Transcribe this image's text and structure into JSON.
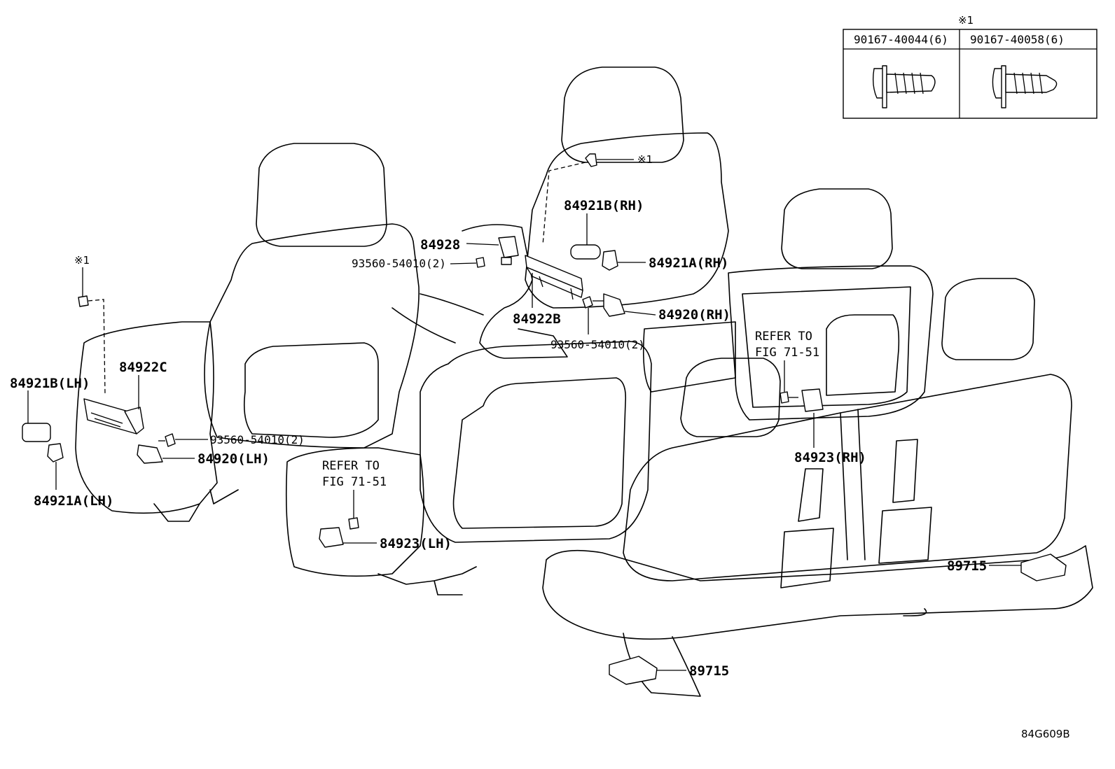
{
  "fastener_table": {
    "note_mark": "※1",
    "columns": [
      "90167-40044(6)",
      "90167-40058(6)"
    ]
  },
  "labels": {
    "ref_mark_top": "※1",
    "ref_mark_left": "※1",
    "p84921B_RH": "84921B(RH)",
    "p84928": "84928",
    "p93560_upper": "93560-54010(2)",
    "p84921A_RH": "84921A(RH)",
    "p84922B": "84922B",
    "p84920_RH": "84920(RH)",
    "p93560_mid": "93560-54010(2)",
    "refer_right_line1": "REFER TO",
    "refer_right_line2": "FIG 71-51",
    "p84922C": "84922C",
    "p84921B_LH": "84921B(LH)",
    "p93560_left": "93560-54010(2)",
    "p84920_LH": "84920(LH)",
    "p84921A_LH": "84921A(LH)",
    "refer_left_line1": "REFER TO",
    "refer_left_line2": "FIG 71-51",
    "p84923_LH": "84923(LH)",
    "p84923_RH": "84923(RH)",
    "p89715_right": "89715",
    "p89715_bottom": "89715",
    "figure_code": "84G609B"
  }
}
